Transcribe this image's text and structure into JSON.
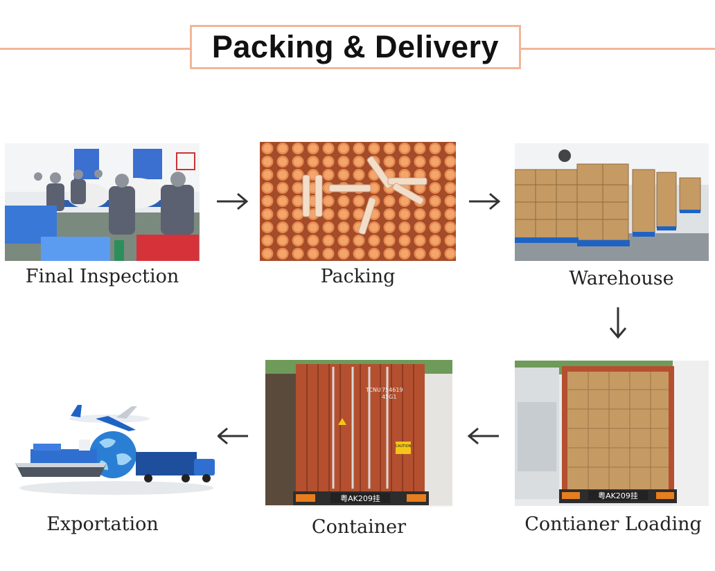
{
  "header": {
    "title": "Packing & Delivery"
  },
  "steps": [
    {
      "id": "final-inspection",
      "label": "Final Inspection"
    },
    {
      "id": "packing",
      "label": "Packing"
    },
    {
      "id": "warehouse",
      "label": "Warehouse"
    },
    {
      "id": "container-loading",
      "label": "Contianer Loading"
    },
    {
      "id": "container",
      "label": "Container"
    },
    {
      "id": "exportation",
      "label": "Exportation"
    }
  ],
  "container_text": {
    "plate": "粤AK209挂",
    "tag": "TCNU",
    "number": "754619",
    "code": "45G1",
    "caution": "CAUTION"
  },
  "colors": {
    "accent": "#f2b59a",
    "container": "#b4502f",
    "box": "#c69a63",
    "pallet": "#1e63c4",
    "tube": "#d97a44"
  }
}
